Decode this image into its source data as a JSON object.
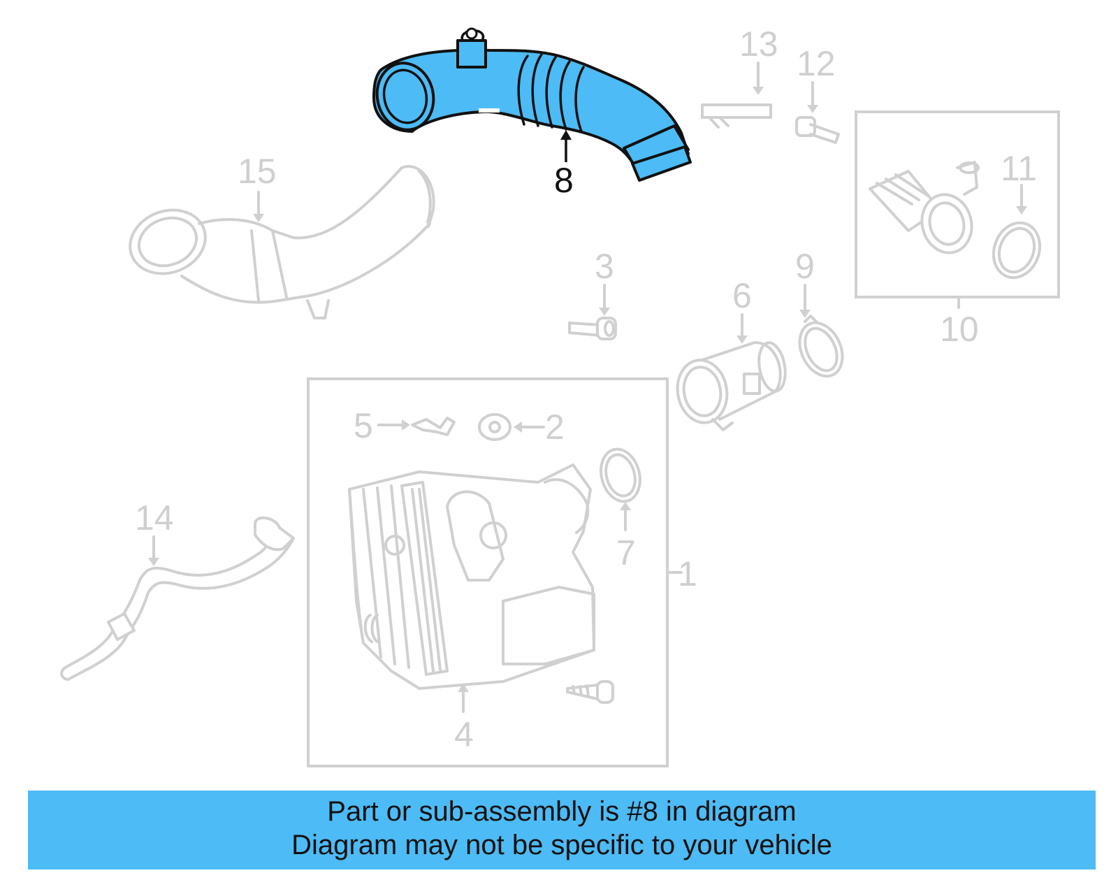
{
  "callouts": {
    "c1": "1",
    "c2": "2",
    "c3": "3",
    "c4": "4",
    "c5": "5",
    "c6": "6",
    "c7": "7",
    "c8": "8",
    "c9": "9",
    "c10": "10",
    "c11": "11",
    "c12": "12",
    "c13": "13",
    "c14": "14",
    "c15": "15"
  },
  "highlighted_part": "8",
  "colors": {
    "highlight": "#4dbbf5",
    "faded_parts": "#d0d0d0",
    "banner": "#4dbbf5"
  },
  "banner": {
    "line1": "Part or sub-assembly is #8 in diagram",
    "line2": "Diagram may not be specific to your vehicle"
  }
}
